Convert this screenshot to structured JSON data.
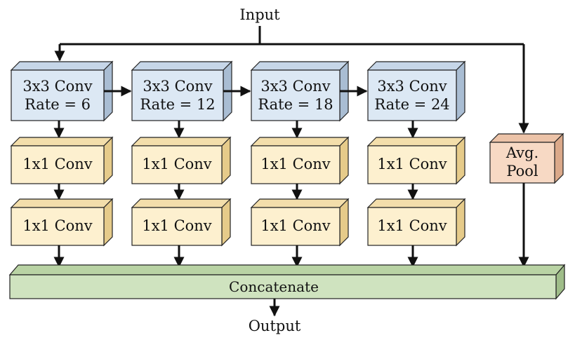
{
  "diagram": {
    "input_label": "Input",
    "output_label": "Output",
    "concat_label": "Concatenate",
    "atrous_blocks": [
      {
        "line1": "3x3 Conv",
        "line2": "Rate = 6"
      },
      {
        "line1": "3x3 Conv",
        "line2": "Rate = 12"
      },
      {
        "line1": "3x3 Conv",
        "line2": "Rate = 18"
      },
      {
        "line1": "3x3 Conv",
        "line2": "Rate = 24"
      }
    ],
    "conv1x1_label": "1x1 Conv",
    "pool": {
      "line1": "Avg.",
      "line2": "Pool"
    }
  },
  "colors": {
    "conv3x3_fill": "#dce8f4",
    "conv1x1_fill": "#fdf0cf",
    "pool_fill": "#f7d9c4",
    "concat_fill": "#cfe3bf",
    "edge": "#222222"
  }
}
